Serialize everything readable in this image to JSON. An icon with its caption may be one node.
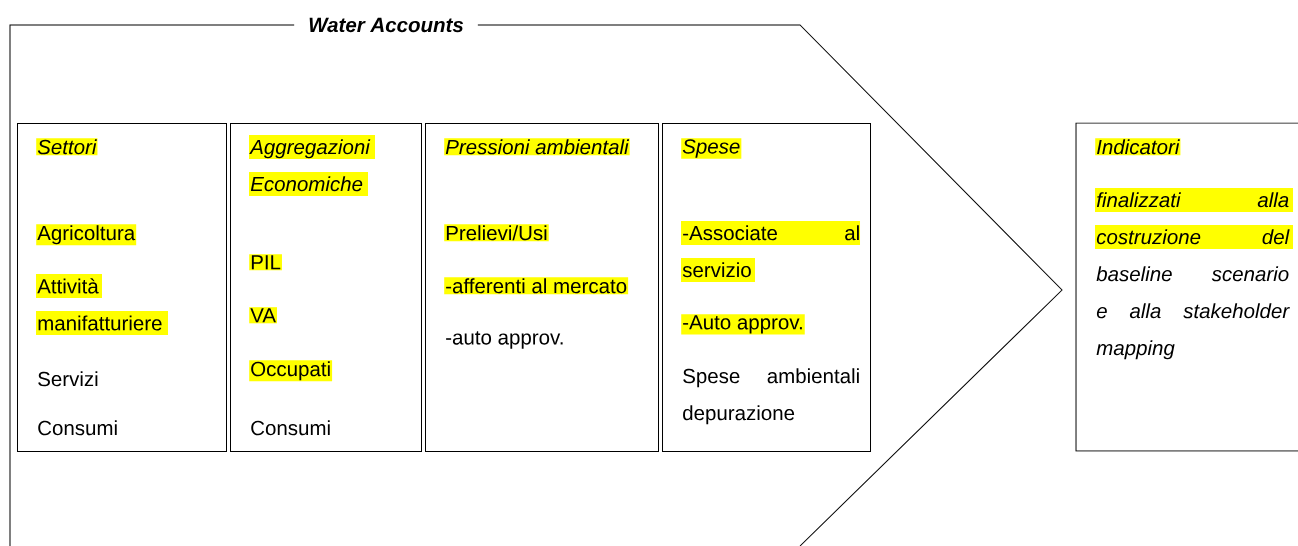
{
  "diagram": {
    "nodes": [
      {
        "text": [
          "Water Accounts"
        ]
      },
      {
        "text": [
          "Settori",
          "Agricoltura",
          "Attività manifatturiere",
          "Servizi",
          "Consumi"
        ],
        "in": 0
      },
      {
        "text": [
          "Aggregazioni Economiche",
          "PIL",
          "VA",
          "Occupati",
          "Consumi"
        ],
        "in": 0
      },
      {
        "text": [
          "Pressioni ambientali",
          "Prelievi/Usi",
          "-afferenti al mercato",
          "-auto approv."
        ],
        "in": 0
      },
      {
        "text": [
          "Spese",
          "-Associate al servizio",
          "-Auto approv.",
          "Spese ambientali depurazione"
        ],
        "in": 0
      },
      {
        "text": [
          "Indicatori",
          "finalizzati alla costruzione del baseline scenario e alla stakeholder mapping"
        ]
      }
    ]
  }
}
